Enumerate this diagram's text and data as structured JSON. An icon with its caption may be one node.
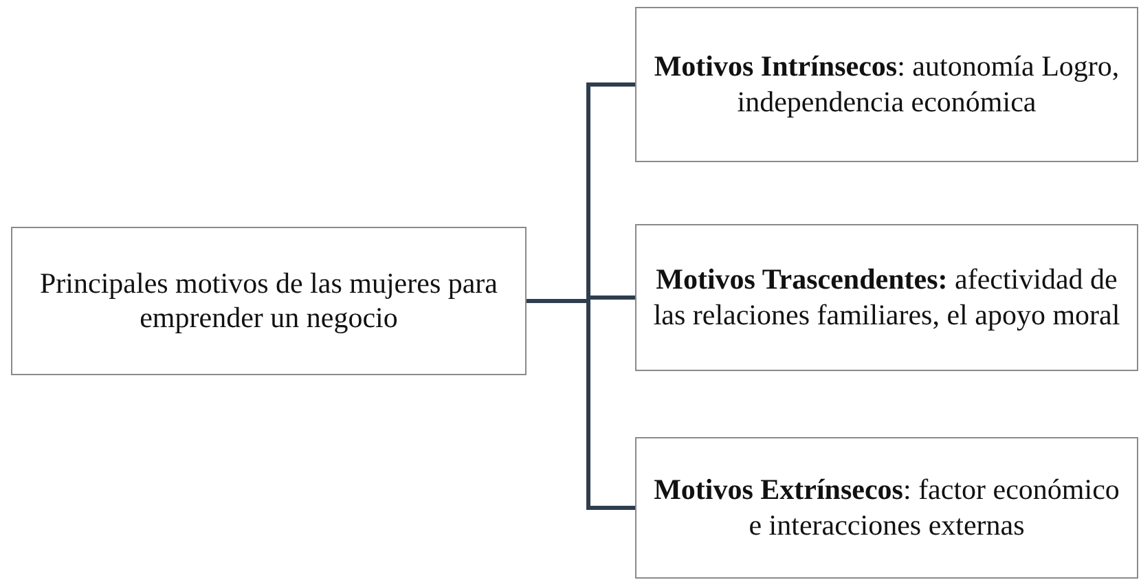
{
  "diagram": {
    "nodes": [
      {
        "text": [
          "Principales motivos de las mujeres para emprender un negocio"
        ]
      },
      {
        "text": [
          "**Motivos Intrínsecos**: autonomía Logro, independencia económica"
        ]
      },
      {
        "text": [
          "**Motivos Trascendentes:** afectividad de las relaciones familiares, el apoyo moral"
        ]
      },
      {
        "text": [
          "**Motivos Extrínsecos**: factor económico e interacciones externas"
        ]
      }
    ],
    "edges": [
      {
        "from": 0,
        "to": 1,
        "arrow": "none"
      },
      {
        "from": 0,
        "to": 2,
        "arrow": "none"
      },
      {
        "from": 0,
        "to": 3,
        "arrow": "none"
      }
    ]
  }
}
